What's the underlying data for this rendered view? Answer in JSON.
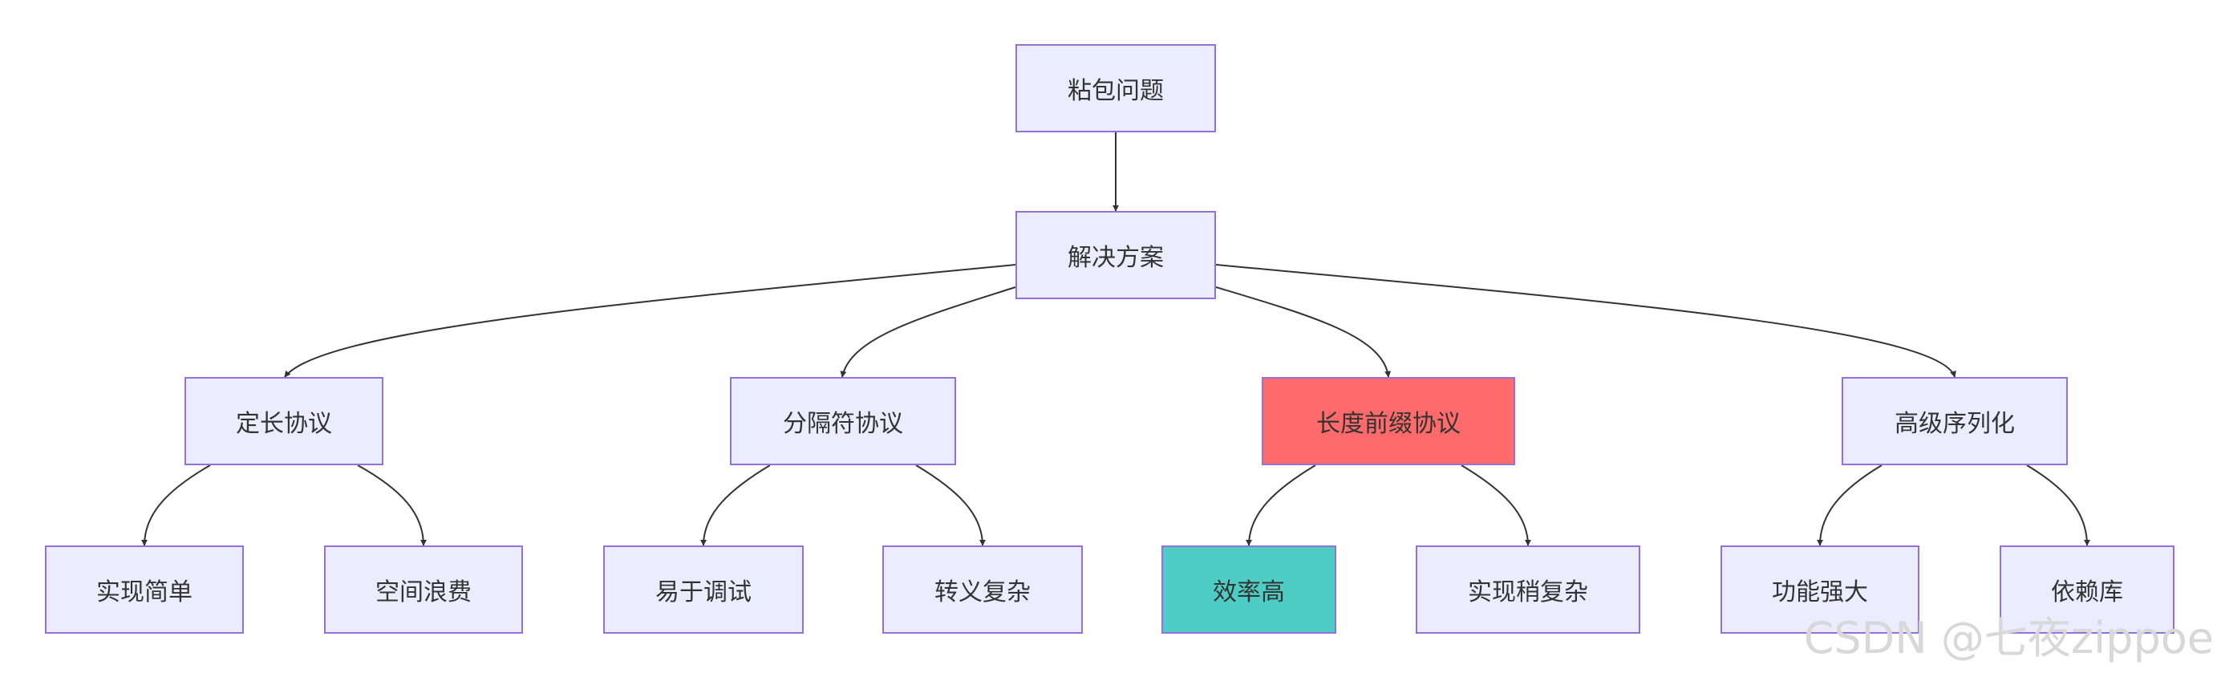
{
  "nodes": {
    "root": "粘包问题",
    "solution": "解决方案",
    "fixed_length": "定长协议",
    "delimiter": "分隔符协议",
    "length_prefix": "长度前缀协议",
    "serialization": "高级序列化",
    "simple_impl": "实现简单",
    "space_waste": "空间浪费",
    "easy_debug": "易于调试",
    "escape_complex": "转义复杂",
    "high_efficiency": "效率高",
    "impl_slightly_complex": "实现稍复杂",
    "powerful": "功能强大",
    "depends_lib": "依赖库"
  },
  "colors": {
    "node_fill": "#ECECFF",
    "node_border": "#9370DB",
    "highlight_red": "#FF6B6B",
    "highlight_teal": "#4ECDC4",
    "edge": "#333333"
  },
  "watermark": "CSDN @七夜zippoe"
}
